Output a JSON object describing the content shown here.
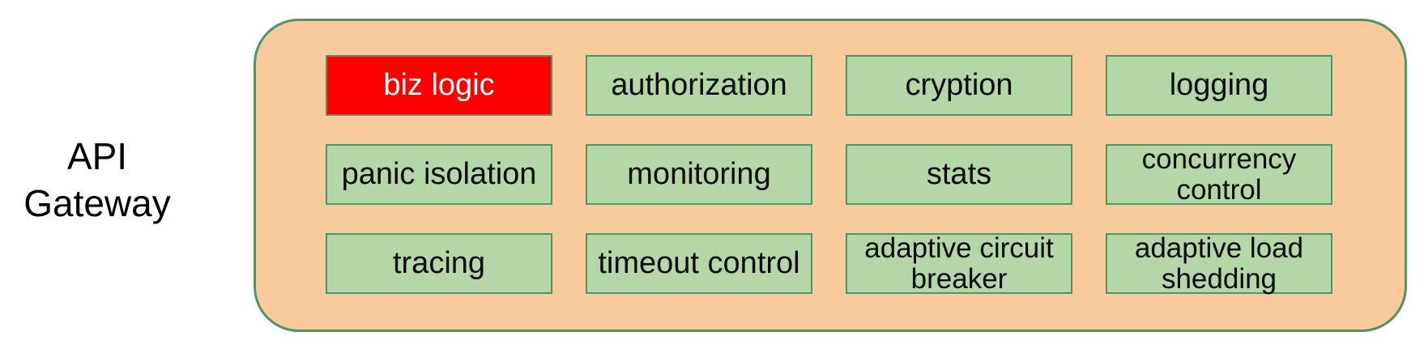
{
  "diagram": {
    "title": "API\nGateway",
    "modules": [
      {
        "label": "biz logic",
        "variant": "alert"
      },
      {
        "label": "authorization"
      },
      {
        "label": "cryption"
      },
      {
        "label": "logging"
      },
      {
        "label": "panic isolation"
      },
      {
        "label": "monitoring"
      },
      {
        "label": "stats"
      },
      {
        "label": "concurrency\ncontrol"
      },
      {
        "label": "tracing"
      },
      {
        "label": "timeout control"
      },
      {
        "label": "adaptive circuit\nbreaker"
      },
      {
        "label": "adaptive load\nshedding"
      }
    ]
  },
  "colors": {
    "container_fill": "#F9CB9C",
    "container_border": "#4E9464",
    "module_fill": "#B5D6A7",
    "module_border": "#4E9464",
    "highlight_fill": "#FF0000",
    "highlight_text": "#FFFFFF",
    "text": "#000000"
  }
}
